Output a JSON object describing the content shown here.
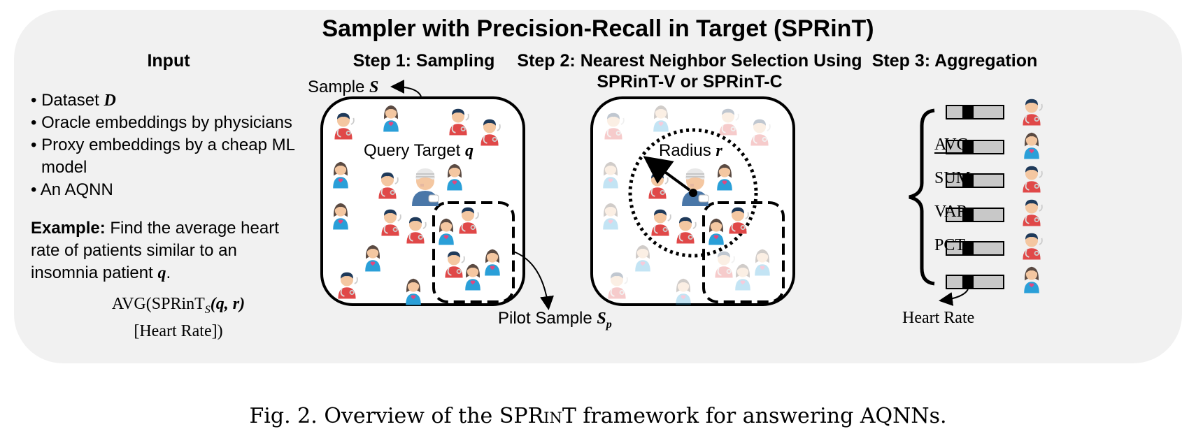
{
  "title": "Sampler with Precision-Recall in Target (SPRinT)",
  "input": {
    "heading": "Input",
    "bullets": [
      "Dataset",
      "Oracle embeddings by physicians",
      "Proxy embeddings by a cheap ML",
      "model",
      "An AQNN"
    ],
    "dataset_symbol": "D",
    "example_label": "Example:",
    "example_text_1": "Find the average heart",
    "example_text_2": "rate of patients similar to an",
    "example_text_3": "insomnia patient",
    "example_symbol": "q",
    "formula_line1": "AVG(SPRinT",
    "formula_sub": "S",
    "formula_args": "(q, r)",
    "formula_line2": "[Heart Rate])"
  },
  "step1": {
    "heading": "Step 1: Sampling",
    "sample_label": "Sample",
    "sample_symbol": "S",
    "query_label": "Query Target",
    "query_symbol": "q",
    "pilot_label": "Pilot Sample",
    "pilot_symbol": "S",
    "pilot_sub": "p"
  },
  "step2": {
    "heading_1": "Step 2: Nearest Neighbor Selection Using",
    "heading_2": "SPRinT-V or SPRinT-C",
    "radius_label": "Radius",
    "radius_symbol": "r"
  },
  "step3": {
    "heading": "Step 3: Aggregation",
    "aggregates": [
      "AVG",
      "SUM",
      "VAR",
      "PCT"
    ],
    "heart_rate_label": "Heart Rate"
  },
  "caption": {
    "prefix": "Fig. 2.  Overview of the ",
    "name": "SPRinT",
    "suffix": " framework for answering AQNNs."
  },
  "colors": {
    "panel": "#f1f1f1",
    "doctor_shirt": "#e04848",
    "patient_shirt": "#2a9fd8",
    "skin": "#f4c7a1",
    "hair": "#5a4a42",
    "bar_fill": "#c8c8c8",
    "bar_mark": "#000000"
  }
}
